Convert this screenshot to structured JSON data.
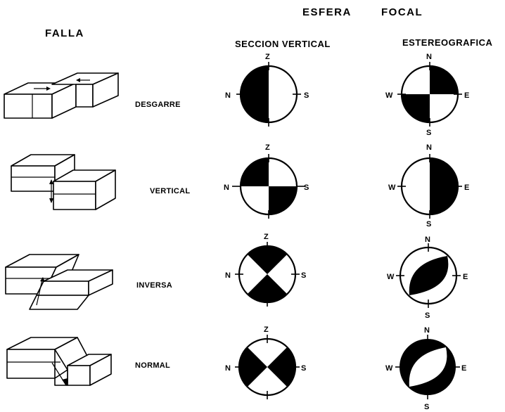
{
  "header": {
    "esfera_label": "ESFERA",
    "focal_label": "FOCAL",
    "falla_label": "FALLA",
    "seccion_vertical_label": "SECCION VERTICAL",
    "estereografica_label": "ESTEREOGRAFICA"
  },
  "rows": [
    {
      "label": "DESGARRE",
      "section": {
        "top": "Z",
        "left": "N",
        "right": "S",
        "bottom": ""
      },
      "stereo": {
        "top": "N",
        "left": "W",
        "right": "E",
        "bottom": "S"
      }
    },
    {
      "label": "VERTICAL",
      "section": {
        "top": "Z",
        "left": "N",
        "right": "S",
        "bottom": ""
      },
      "stereo": {
        "top": "N",
        "left": "W",
        "right": "E",
        "bottom": "S"
      }
    },
    {
      "label": "INVERSA",
      "section": {
        "top": "Z",
        "left": "N",
        "right": "S",
        "bottom": ""
      },
      "stereo": {
        "top": "N",
        "left": "W",
        "right": "E",
        "bottom": "S"
      }
    },
    {
      "label": "NORMAL",
      "section": {
        "top": "Z",
        "left": "N",
        "right": "S",
        "bottom": ""
      },
      "stereo": {
        "top": "N",
        "left": "W",
        "right": "E",
        "bottom": "S"
      }
    }
  ],
  "colors": {
    "ink": "#000000",
    "paper": "#ffffff"
  }
}
